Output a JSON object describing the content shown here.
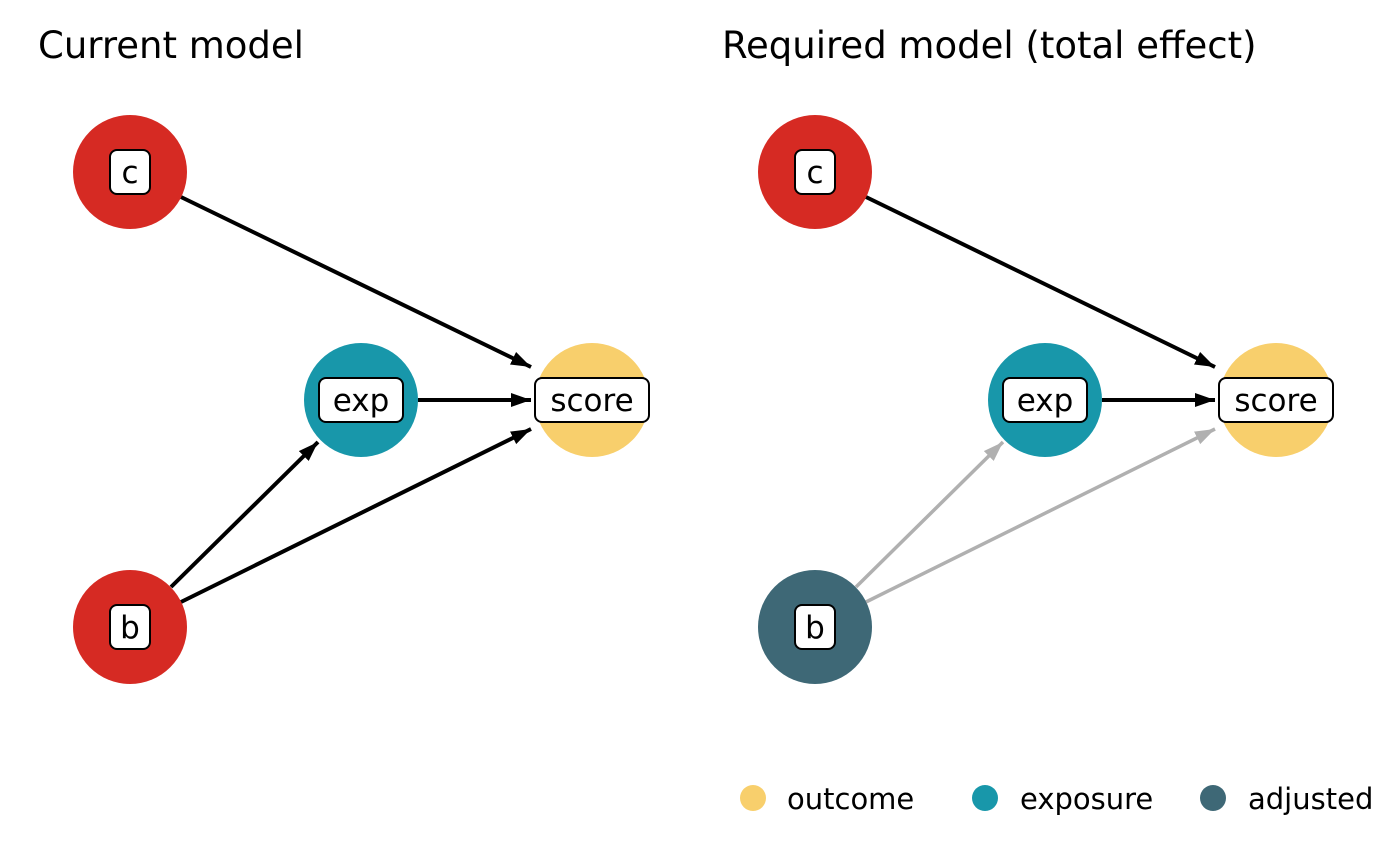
{
  "colors": {
    "red": "#d62a23",
    "exposure": "#1897aa",
    "outcome": "#f8cf6c",
    "adjusted": "#3e6876",
    "edge": "#000000",
    "edge_muted": "#b0b0b0"
  },
  "panels": {
    "left": {
      "title": "Current model",
      "nodes": [
        {
          "id": "c",
          "label": "c",
          "role": "other"
        },
        {
          "id": "exp",
          "label": "exp",
          "role": "exposure"
        },
        {
          "id": "score",
          "label": "score",
          "role": "outcome"
        },
        {
          "id": "b",
          "label": "b",
          "role": "other"
        }
      ],
      "edges": [
        {
          "from": "c",
          "to": "score",
          "style": "black"
        },
        {
          "from": "exp",
          "to": "score",
          "style": "black"
        },
        {
          "from": "b",
          "to": "exp",
          "style": "black"
        },
        {
          "from": "b",
          "to": "score",
          "style": "black"
        }
      ]
    },
    "right": {
      "title": "Required model (total effect)",
      "nodes": [
        {
          "id": "c",
          "label": "c",
          "role": "other"
        },
        {
          "id": "exp",
          "label": "exp",
          "role": "exposure"
        },
        {
          "id": "score",
          "label": "score",
          "role": "outcome"
        },
        {
          "id": "b",
          "label": "b",
          "role": "adjusted"
        }
      ],
      "edges": [
        {
          "from": "c",
          "to": "score",
          "style": "black"
        },
        {
          "from": "exp",
          "to": "score",
          "style": "black"
        },
        {
          "from": "b",
          "to": "exp",
          "style": "gray"
        },
        {
          "from": "b",
          "to": "score",
          "style": "gray"
        }
      ]
    }
  },
  "legend": {
    "items": [
      {
        "label": "outcome",
        "color_key": "outcome"
      },
      {
        "label": "exposure",
        "color_key": "exposure"
      },
      {
        "label": "adjusted",
        "color_key": "adjusted"
      }
    ]
  }
}
